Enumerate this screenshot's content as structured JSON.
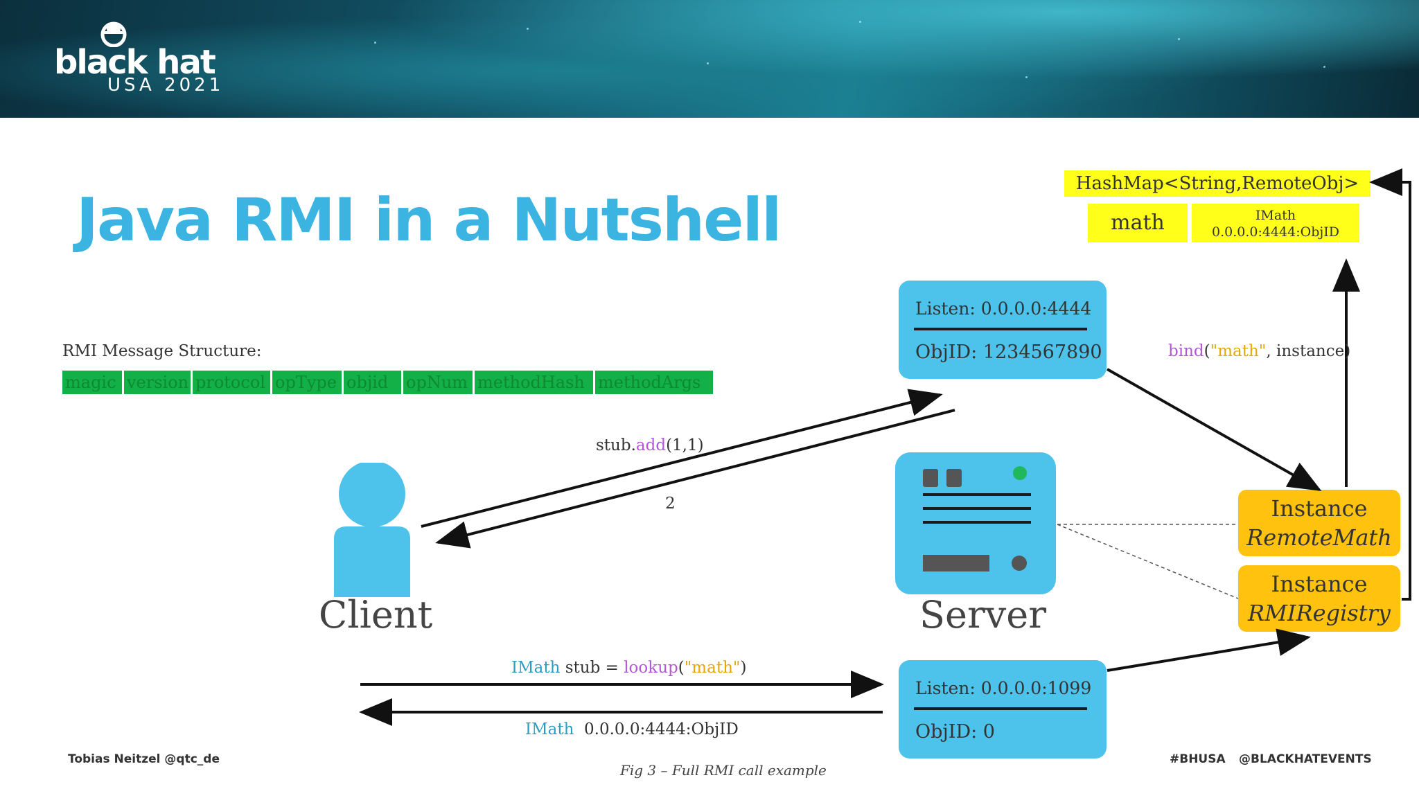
{
  "banner": {
    "logo_text": "black hat",
    "logo_sub": "USA 2021"
  },
  "title": "Java RMI in a Nutshell",
  "message_structure": {
    "label": "RMI Message Structure:",
    "fields": [
      "magic",
      "version",
      "protocol",
      "opType",
      "objid",
      "opNum",
      "methodHash",
      "methodArgs"
    ],
    "color": "#12b046"
  },
  "hashmap": {
    "header": "HashMap<String,RemoteObj>",
    "key": "math",
    "value_line1": "IMath",
    "value_line2": "0.0.0.0:4444:ObjID"
  },
  "server_box_top": {
    "listen": "Listen: 0.0.0.0:4444",
    "objid": "ObjID: 1234567890"
  },
  "server_box_bottom": {
    "listen": "Listen: 0.0.0.0:1099",
    "objid": "ObjID: 0"
  },
  "instances": {
    "remote_math_line1": "Instance",
    "remote_math_line2": "RemoteMath",
    "registry_line1": "Instance",
    "registry_line2": "RMIRegistry"
  },
  "labels": {
    "client": "Client",
    "server": "Server",
    "call_stub": "stub.",
    "call_method": "add",
    "call_args": "(1,1)",
    "call_result": "2",
    "bind_fn": "bind",
    "bind_paren_open": "(",
    "bind_name": "\"math\"",
    "bind_rest": ", instance)",
    "lookup_type": "IMath",
    "lookup_mid": " stub = ",
    "lookup_fn": "lookup",
    "lookup_paren_open": "(",
    "lookup_name": "\"math\"",
    "lookup_paren_close": ")",
    "reply_type": "IMath",
    "reply_value": "0.0.0.0:4444:ObjID"
  },
  "footer": {
    "author": "Tobias Neitzel @qtc_de",
    "caption": "Fig 3 – Full RMI call example",
    "hashtag": "#BHUSA",
    "handle": "@BLACKHATEVENTS"
  },
  "colors": {
    "title": "#3cb4e2",
    "box_blue": "#4dc2ea",
    "hashmap_yellow": "#ffff1a",
    "instance_orange": "#ffc20e",
    "keyword_cyan": "#2a9dc4",
    "method_purple": "#b356d8",
    "string_gold": "#e4a800"
  }
}
